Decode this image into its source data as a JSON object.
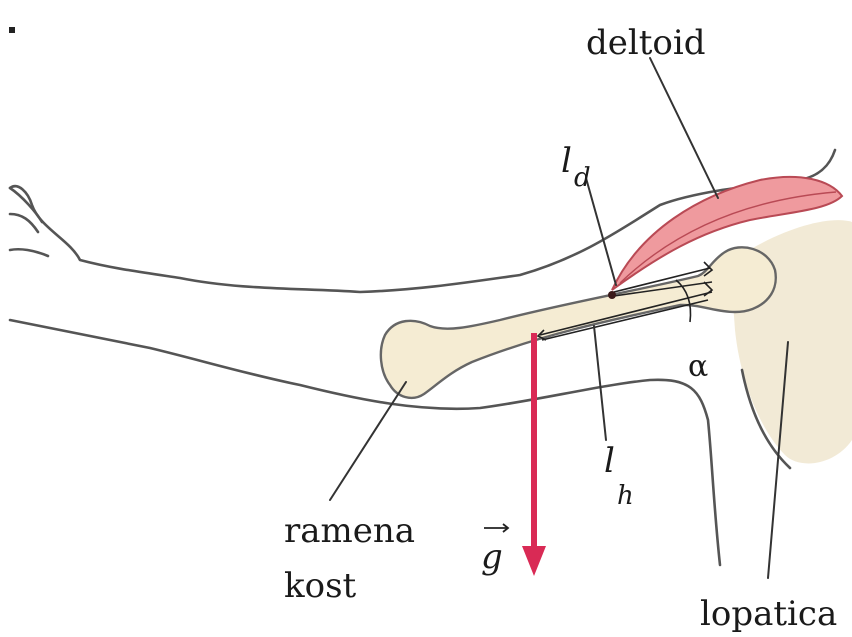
{
  "labels": {
    "deltoid": "deltoid",
    "ld_main": "l",
    "ld_sub": "d",
    "alpha": "α",
    "lh_main": "l",
    "lh_sub": "h",
    "ramena_line1": "ramena",
    "ramena_line2": "kost",
    "g_vector": "g",
    "lopatica": "lopatica"
  },
  "colors": {
    "muscle": "#ef9a9e",
    "muscle_dark": "#b94a55",
    "bone": "#f5ecd3",
    "scapula": "#f2ead6",
    "gravity_arrow": "#d92a55"
  }
}
